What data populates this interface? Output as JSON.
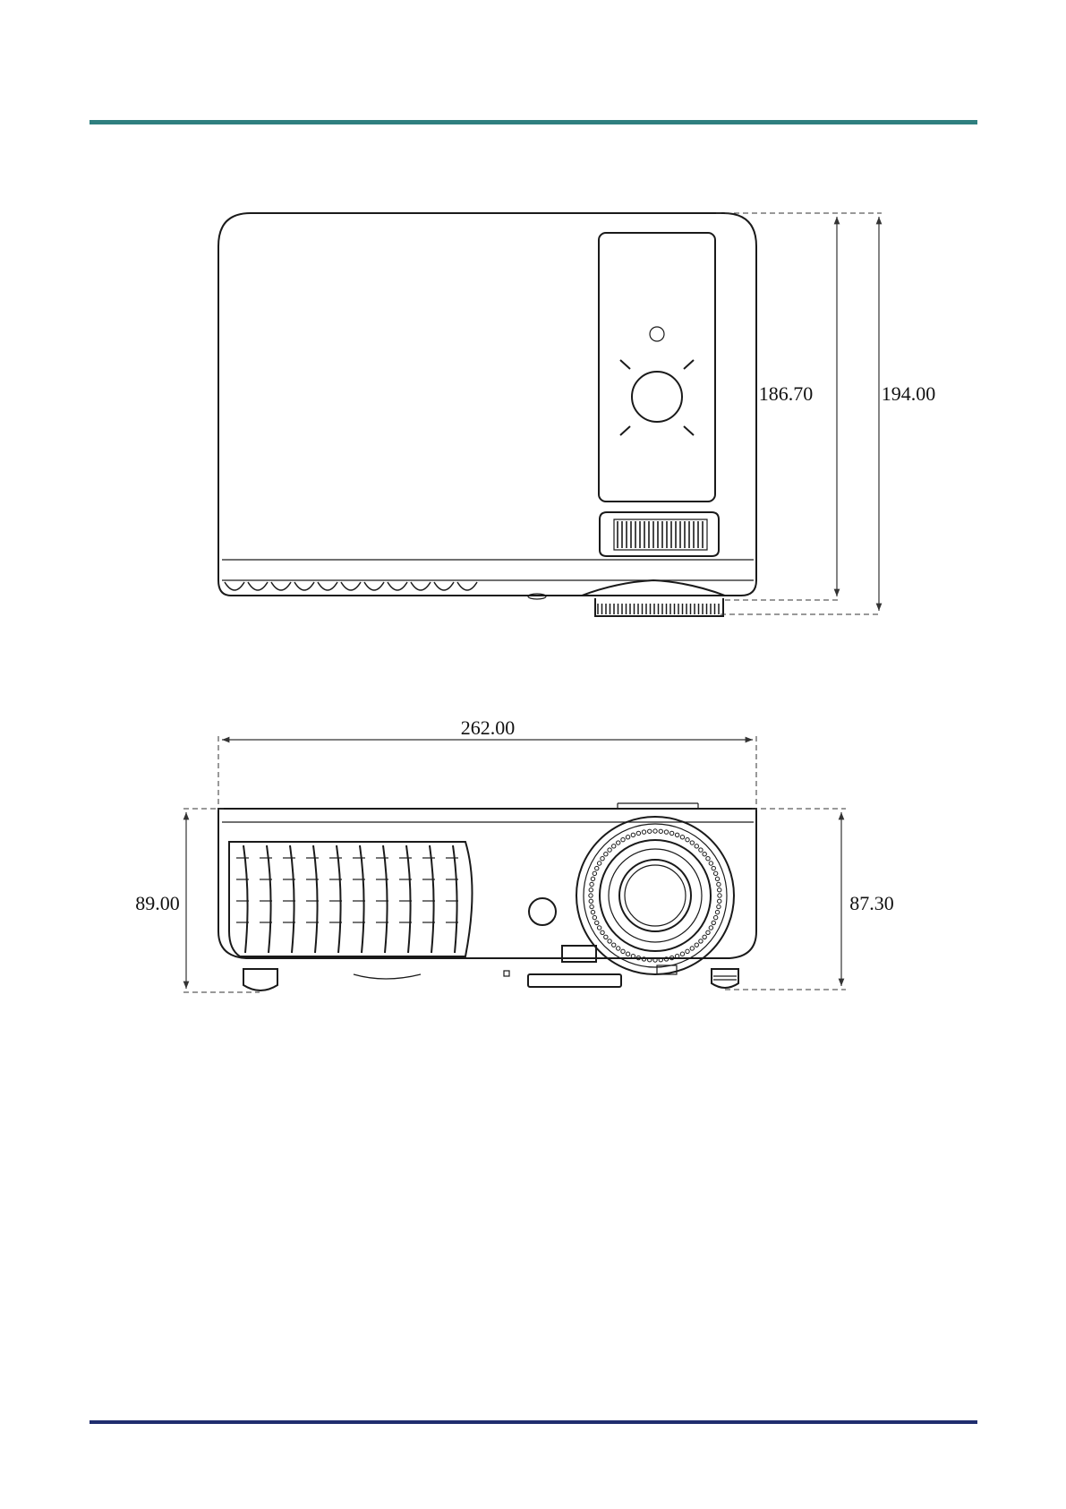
{
  "colors": {
    "top_rule": "#2f7f7f",
    "bottom_rule": "#1f2d6e",
    "line": "#1a1a1a"
  },
  "dimensions": {
    "top_view_inner_depth": "186.70",
    "top_view_overall_depth": "194.00",
    "front_view_width": "262.00",
    "front_view_height_left": "89.00",
    "front_view_height_right": "87.30"
  }
}
